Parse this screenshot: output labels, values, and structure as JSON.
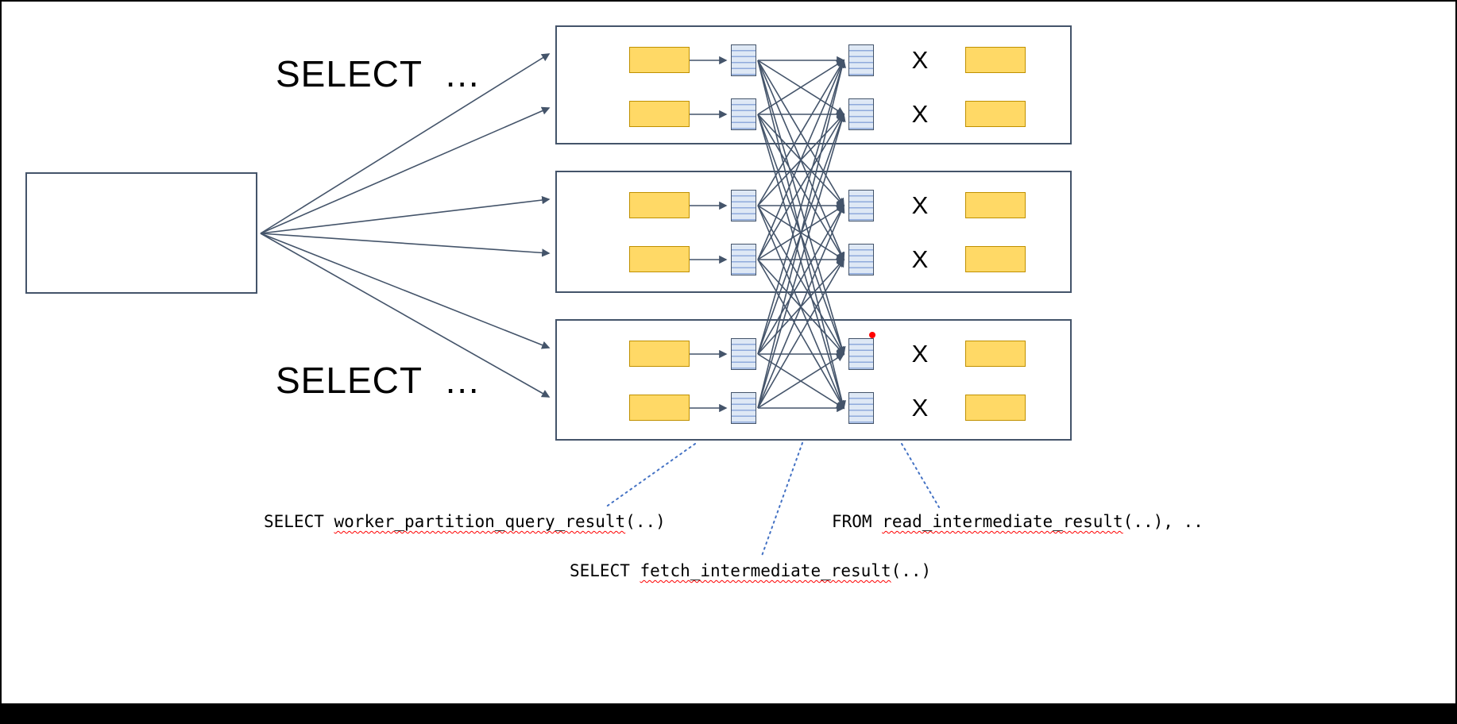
{
  "slide": {
    "queries": {
      "top": "SELECT  …",
      "bottom": "SELECT  …"
    },
    "worker": {
      "x_label": "X"
    },
    "annotations": {
      "partition": {
        "prefix": "SELECT ",
        "function": "worker_partition_query_result",
        "suffix": "(..)"
      },
      "read": {
        "prefix": "FROM ",
        "function": "read_intermediate_result",
        "suffix": "(..), .."
      },
      "fetch": {
        "prefix": "SELECT ",
        "function": "fetch_intermediate_result",
        "suffix": "(..)"
      }
    },
    "colors": {
      "outline": "#44546A",
      "shard_fill": "#FFD966",
      "shard_border": "#BF9000",
      "fragment_fill": "#DEE8F5",
      "fragment_stripe": "#8FAADC",
      "arrow": "#44546A",
      "callout_line": "#4472C4",
      "misspelling_underline": "#FF0000",
      "red_dot": "#FF0000"
    }
  }
}
